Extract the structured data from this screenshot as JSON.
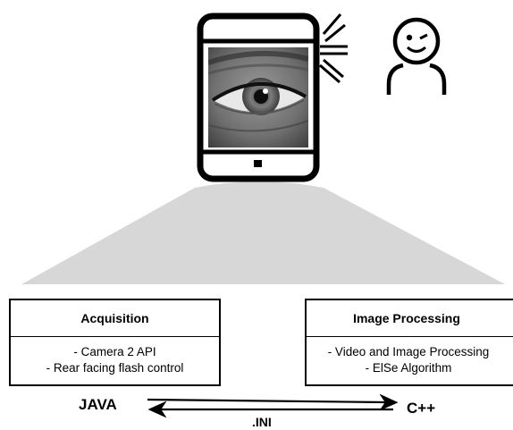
{
  "left_box": {
    "title": "Acquisition",
    "lines": [
      "- Camera 2 API",
      "- Rear facing flash control"
    ]
  },
  "right_box": {
    "title": "Image Processing",
    "lines": [
      "- Video and Image Processing",
      "- ElSe Algorithm"
    ]
  },
  "languages": {
    "left": "JAVA",
    "right": "C++"
  },
  "bridge_label": ".INI",
  "icons": [
    "smartphone-icon",
    "eye-image",
    "flash-light-icon",
    "smiley-person-icon"
  ]
}
